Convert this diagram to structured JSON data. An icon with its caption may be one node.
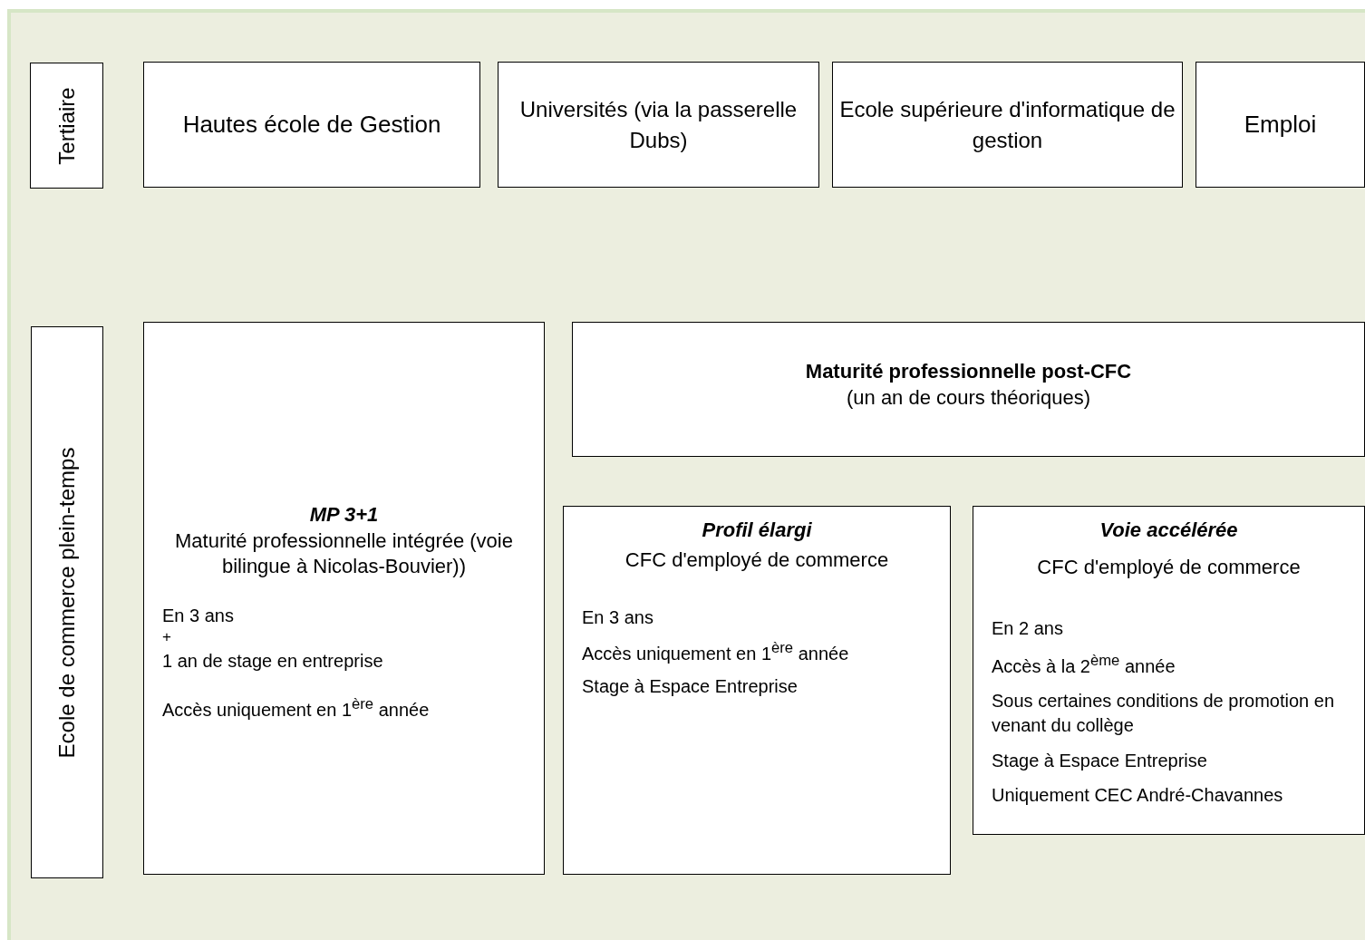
{
  "diagram": {
    "nodes": [
      {
        "text": [
          "Tertiaire"
        ]
      },
      {
        "text": [
          "Hautes école de Gestion"
        ]
      },
      {
        "text": [
          "Universités (via la passerelle Dubs)"
        ]
      },
      {
        "text": [
          "Ecole supérieure d'informatique de gestion"
        ]
      },
      {
        "text": [
          "Emploi"
        ]
      },
      {
        "text": [
          "Ecole de commerce plein-temps"
        ]
      },
      {
        "text": [
          "MP 3+1",
          "Maturité professionnelle intégrée (voie bilingue à Nicolas-Bouvier))",
          "En 3 ans",
          "+",
          "1 an de stage en entreprise",
          "Accès uniquement en 1$^{ère}$ année"
        ]
      },
      {
        "text": [
          "Maturité professionnelle post-CFC",
          "(un an de cours théoriques)"
        ]
      },
      {
        "text": [
          "Profil élargi",
          "CFC d'employé de commerce",
          "En 3 ans",
          "Accès uniquement en 1$^{ère}$ année",
          "Stage à Espace Entreprise"
        ]
      },
      {
        "text": [
          "Voie accélérée",
          "CFC d'employé de commerce",
          "En 2 ans",
          "Accès à la 2$^{ème}$ année",
          "Sous certaines conditions de promotion en venant du collège",
          "Stage à Espace Entreprise",
          "Uniquement CEC André-Chavannes"
        ]
      }
    ]
  }
}
